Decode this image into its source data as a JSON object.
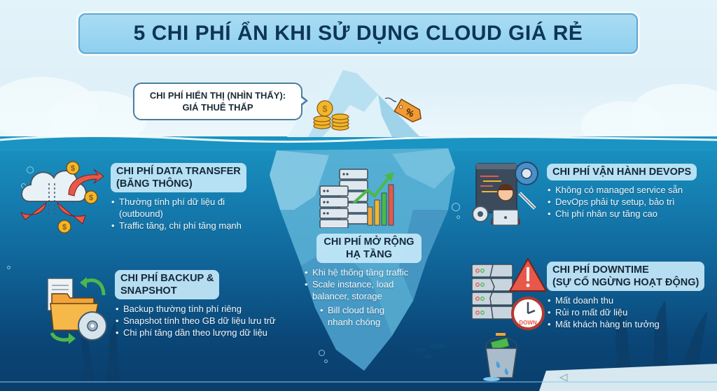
{
  "title": "5 CHI PHÍ ẨN KHI SỬ DỤNG CLOUD GIÁ RẺ",
  "visible_cost": {
    "line1": "CHI PHÍ HIỂN THỊ (NHÌN THẤY):",
    "line2": "GIÁ THUÊ THẤP",
    "icons": [
      "coins-icon",
      "price-tag-percent-icon"
    ]
  },
  "sections": [
    {
      "id": "data-transfer",
      "icon": "cloud-transfer-icon",
      "heading_line1": "CHI PHÍ DATA TRANSFER",
      "heading_line2": "(BĂNG THÔNG)",
      "bullets": [
        "Thường tính phí dữ liệu đi",
        "(outbound)",
        "Traffic tăng, chi phí tăng mạnh"
      ]
    },
    {
      "id": "backup-snapshot",
      "icon": "folder-backup-disc-icon",
      "heading_line1": "CHI PHÍ BACKUP &",
      "heading_line2": "SNAPSHOT",
      "bullets": [
        "Backup thường tính phí riêng",
        "Snapshot tính theo GB dữ liệu lưu trữ",
        "Chi phí tăng dần theo lượng dữ liệu"
      ]
    },
    {
      "id": "scaling",
      "icon": "servers-growth-chart-icon",
      "heading_line1": "CHI PHÍ MỞ RỘNG",
      "heading_line2": "HẠ TẦNG",
      "bullets": [
        "Khi hệ thống tăng traffic",
        "Scale instance, load",
        "balancer, storage",
        "Bill cloud tăng",
        "nhanh chóng"
      ]
    },
    {
      "id": "devops",
      "icon": "devops-engineer-gears-icon",
      "heading_line1": "CHI PHÍ VẬN HÀNH DEVOPS",
      "bullets": [
        "Không có managed service sẵn",
        "DevOps phải tự setup, bảo trì",
        "Chi phí nhân sự tăng cao"
      ]
    },
    {
      "id": "downtime",
      "icon": "server-warning-clock-down-icon",
      "clock_label": "DOWN",
      "heading_line1": "CHI PHÍ DOWNTIME",
      "heading_line2": "(SỰ CỐ NGỪNG HOẠT ĐỘNG)",
      "bullets": [
        "Mất doanh thu",
        "Rủi ro mất dữ liệu",
        "Mất khách hàng tin tưởng"
      ]
    }
  ],
  "colors": {
    "title_text": "#0e3556",
    "title_bg": "#9dd6f1",
    "heading_bg": "#c4e8f8",
    "sea_top": "#1a94c2",
    "sea_bottom": "#0a3e6c",
    "arrow_red": "#e8584a",
    "coin_gold": "#f2b62c",
    "growth_green": "#4cb84c"
  }
}
